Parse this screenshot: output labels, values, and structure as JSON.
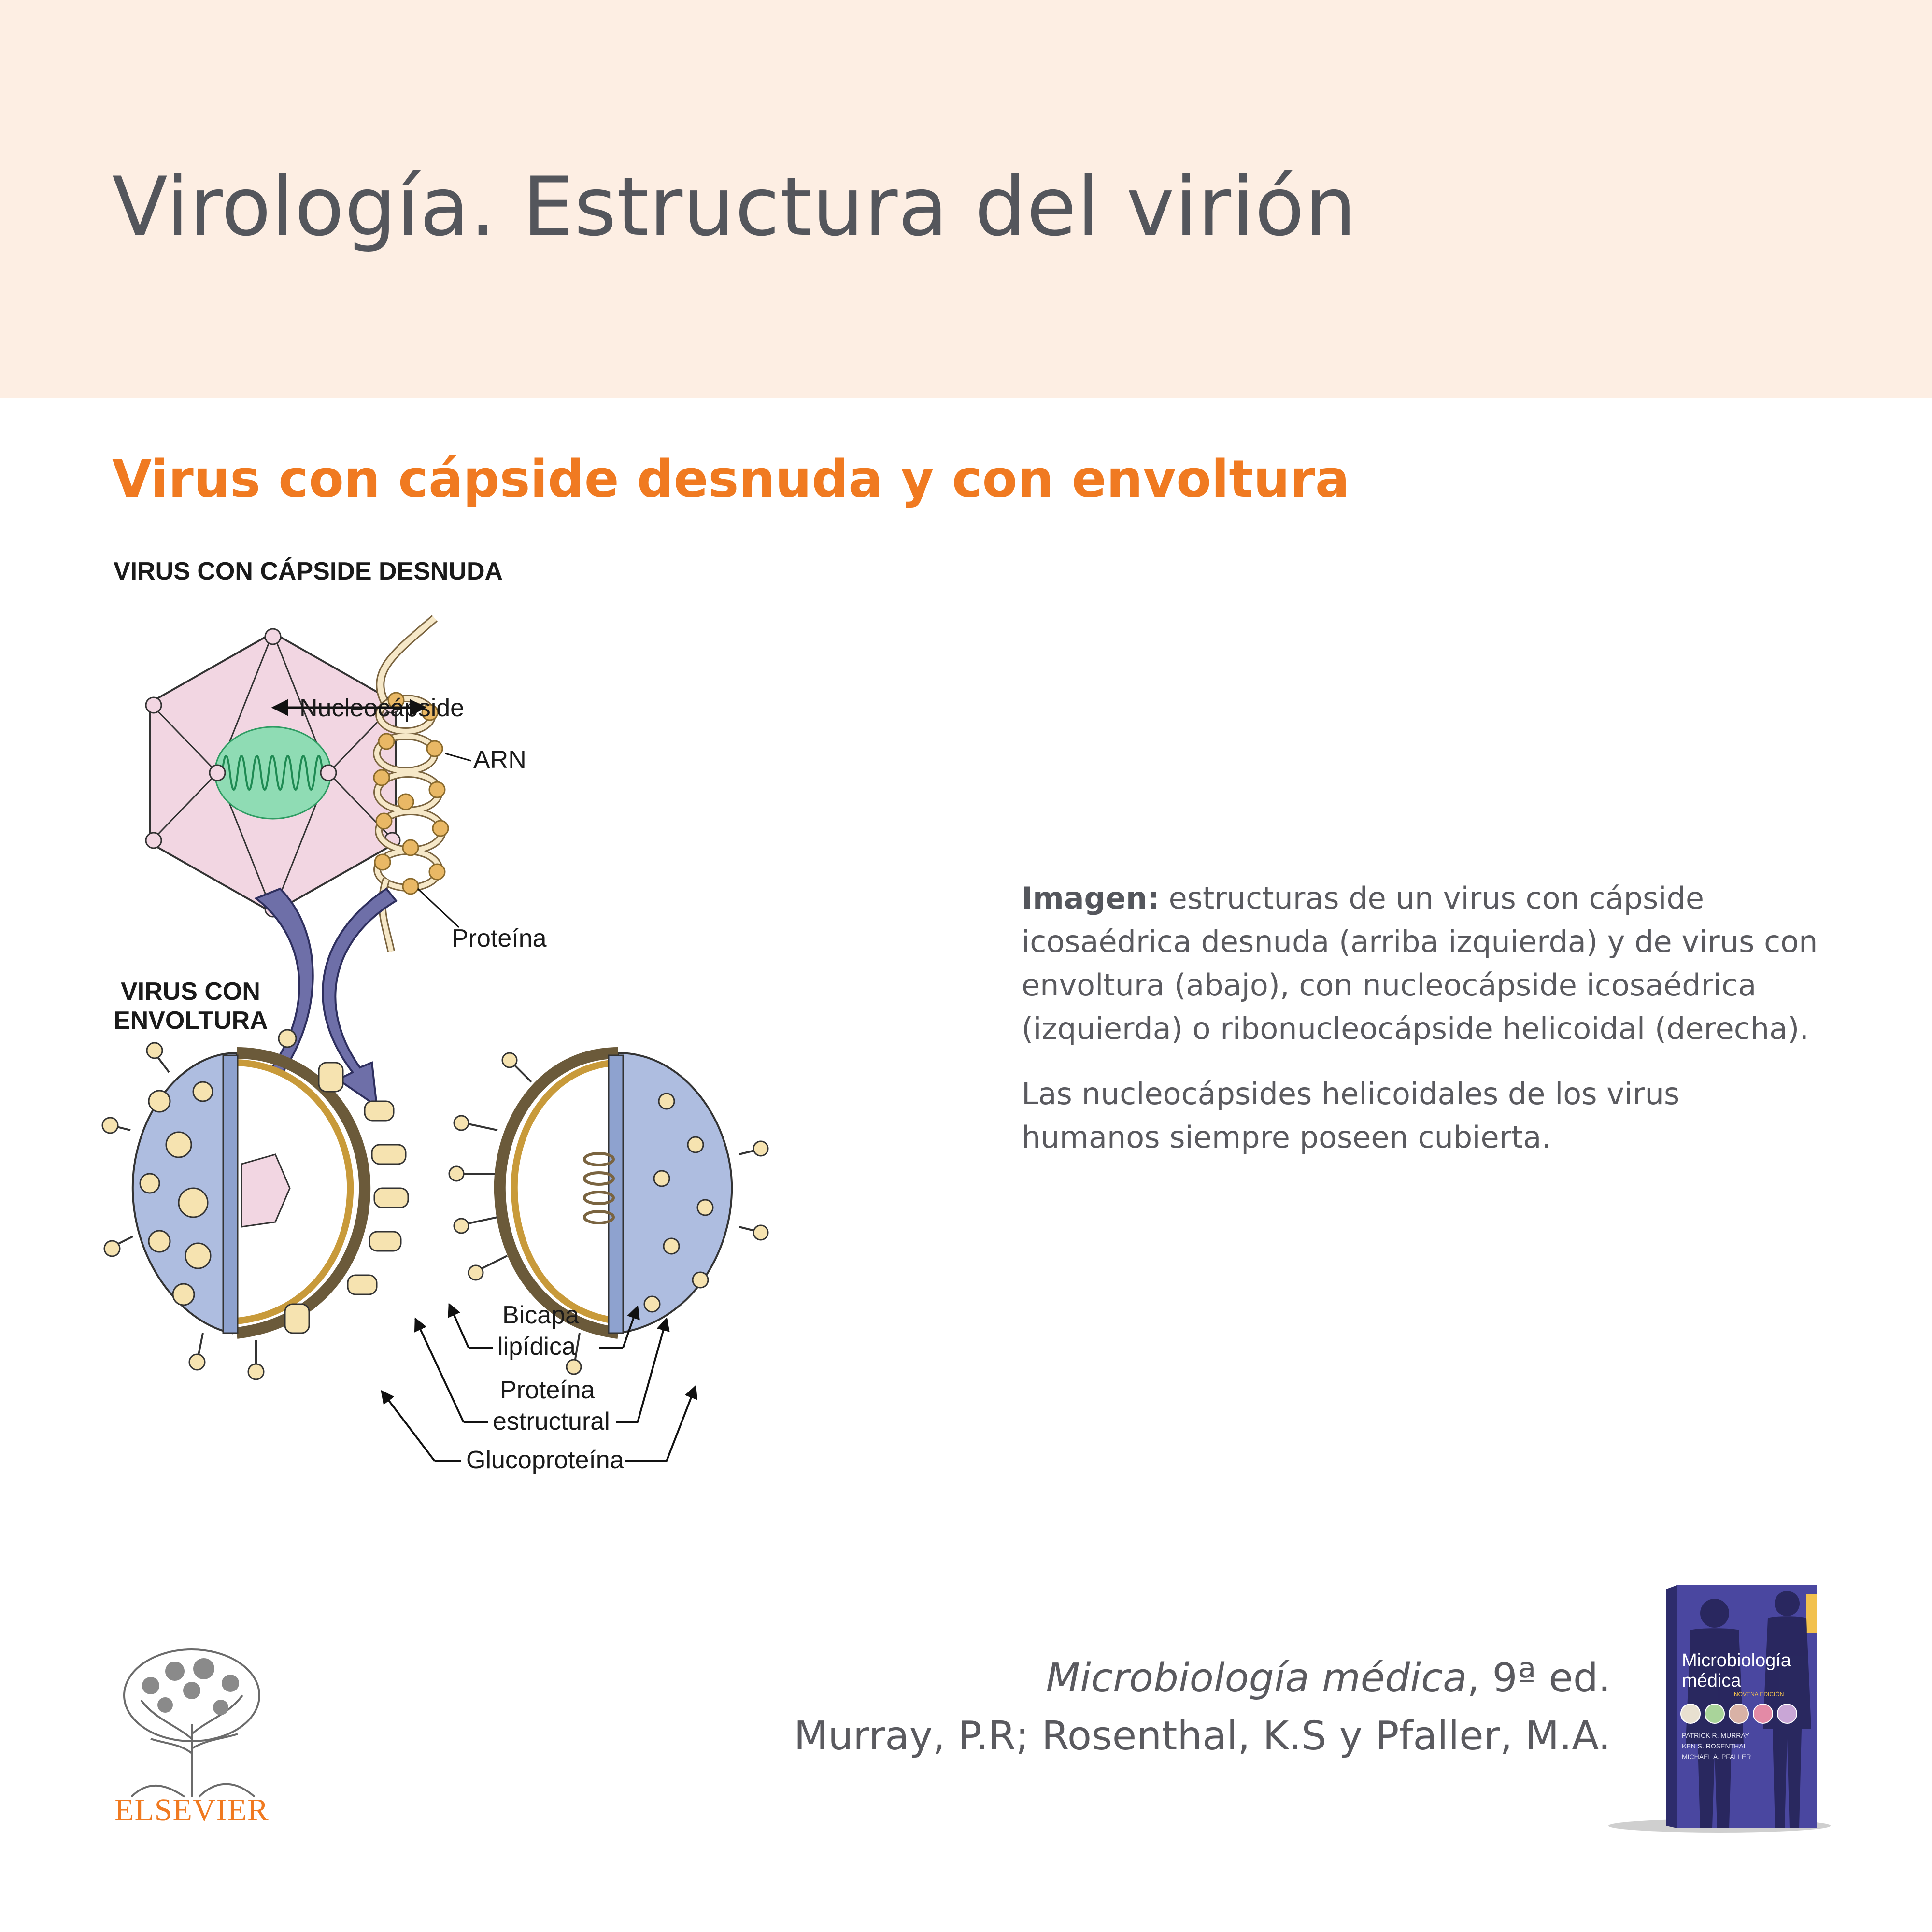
{
  "page": {
    "title": "Virología. Estructura del virión",
    "section_title": "Virus con cápside desnuda y con envoltura"
  },
  "diagram": {
    "heading_naked": "VIRUS CON CÁPSIDE DESNUDA",
    "heading_enveloped_line1": "VIRUS CON",
    "heading_enveloped_line2": "ENVOLTURA",
    "label_nucleocapside": "Nucleocápside",
    "label_arn": "ARN",
    "label_proteina": "Proteína",
    "label_bicapa_line1": "Bicapa",
    "label_bicapa_line2": "lipídica",
    "label_proteina_estructural_line1": "Proteína",
    "label_proteina_estructural_line2": "estructural",
    "label_glucoproteina": "Glucoproteína",
    "colors": {
      "capsid_fill": "#f2d6e2",
      "nucleic_acid": "#5cc08f",
      "envelope": "#aebde0",
      "protein": "#f6e3b0",
      "arrow": "#6e6fa8",
      "helix": "#e9b865"
    }
  },
  "caption": {
    "label": "Imagen:",
    "paragraph1": "estructuras de un virus con cápside icosaédrica desnuda (arriba izquierda) y de virus con envoltura (abajo), con nucleocápside icosaédrica (izquierda) o ribonucleocápside helicoidal (derecha).",
    "paragraph2": "Las nucleocápsides helicoidales de los virus humanos siempre poseen cubierta."
  },
  "citation": {
    "book_title": "Microbiología médica",
    "edition": ", 9ª ed.",
    "authors": "Murray, P.R; Rosenthal, K.S y Pfaller, M.A."
  },
  "publisher": {
    "name": "ELSEVIER",
    "logo_icon": "elsevier-tree-icon"
  },
  "book_cover": {
    "title_line1": "Microbiología",
    "title_line2": "médica",
    "edition_text": "NOVENA EDICIÓN",
    "author1": "PATRICK R. MURRAY",
    "author2": "KEN S. ROSENTHAL",
    "author3": "MICHAEL A. PFALLER"
  }
}
